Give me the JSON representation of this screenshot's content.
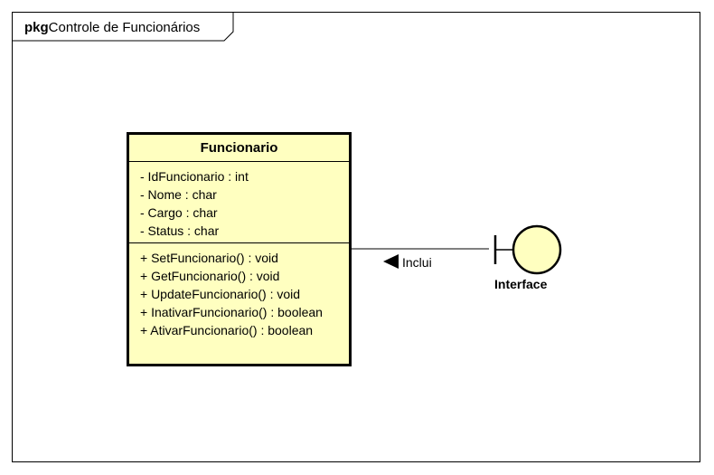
{
  "package": {
    "keyword": "pkg",
    "name": "Controle de Funcionários"
  },
  "class": {
    "name": "Funcionario",
    "attributes": [
      "- IdFuncionario : int",
      "- Nome : char",
      "- Cargo : char",
      "- Status : char"
    ],
    "operations": [
      "+ SetFuncionario() : void",
      "+ GetFuncionario() : void",
      "+ UpdateFuncionario() : void",
      "+ InativarFuncionario() : boolean",
      "+ AtivarFuncionario() : boolean"
    ]
  },
  "association": {
    "label": "Inclui"
  },
  "boundary": {
    "name": "Interface"
  },
  "colors": {
    "class_fill": "#ffffc0",
    "boundary_fill": "#ffffc0",
    "line": "#000000"
  }
}
